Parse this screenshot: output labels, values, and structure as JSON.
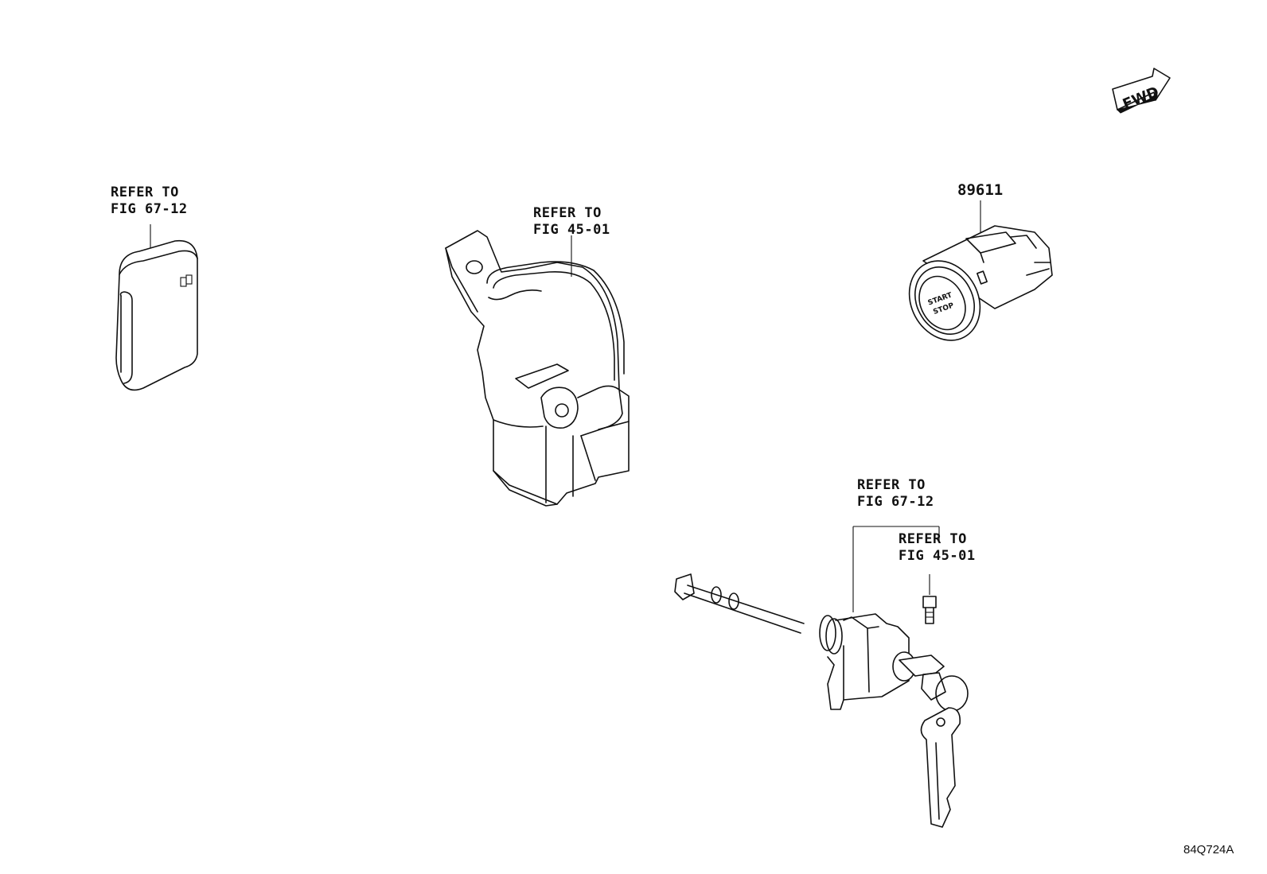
{
  "callouts": {
    "smart_key_ref": [
      "REFER TO",
      "FIG 67-12"
    ],
    "steering_lock_ref": [
      "REFER TO",
      "FIG 45-01"
    ],
    "push_button_part_no": "89611",
    "lock_cylinder_ref_a": [
      "REFER TO",
      "FIG 67-12"
    ],
    "lock_cylinder_ref_b": [
      "REFER TO",
      "FIG 45-01"
    ]
  },
  "button_text": [
    "START",
    "STOP"
  ],
  "direction_indicator": "FWD",
  "figure_code": "84Q724A",
  "colors": {
    "line": "#111111",
    "background": "#ffffff"
  }
}
